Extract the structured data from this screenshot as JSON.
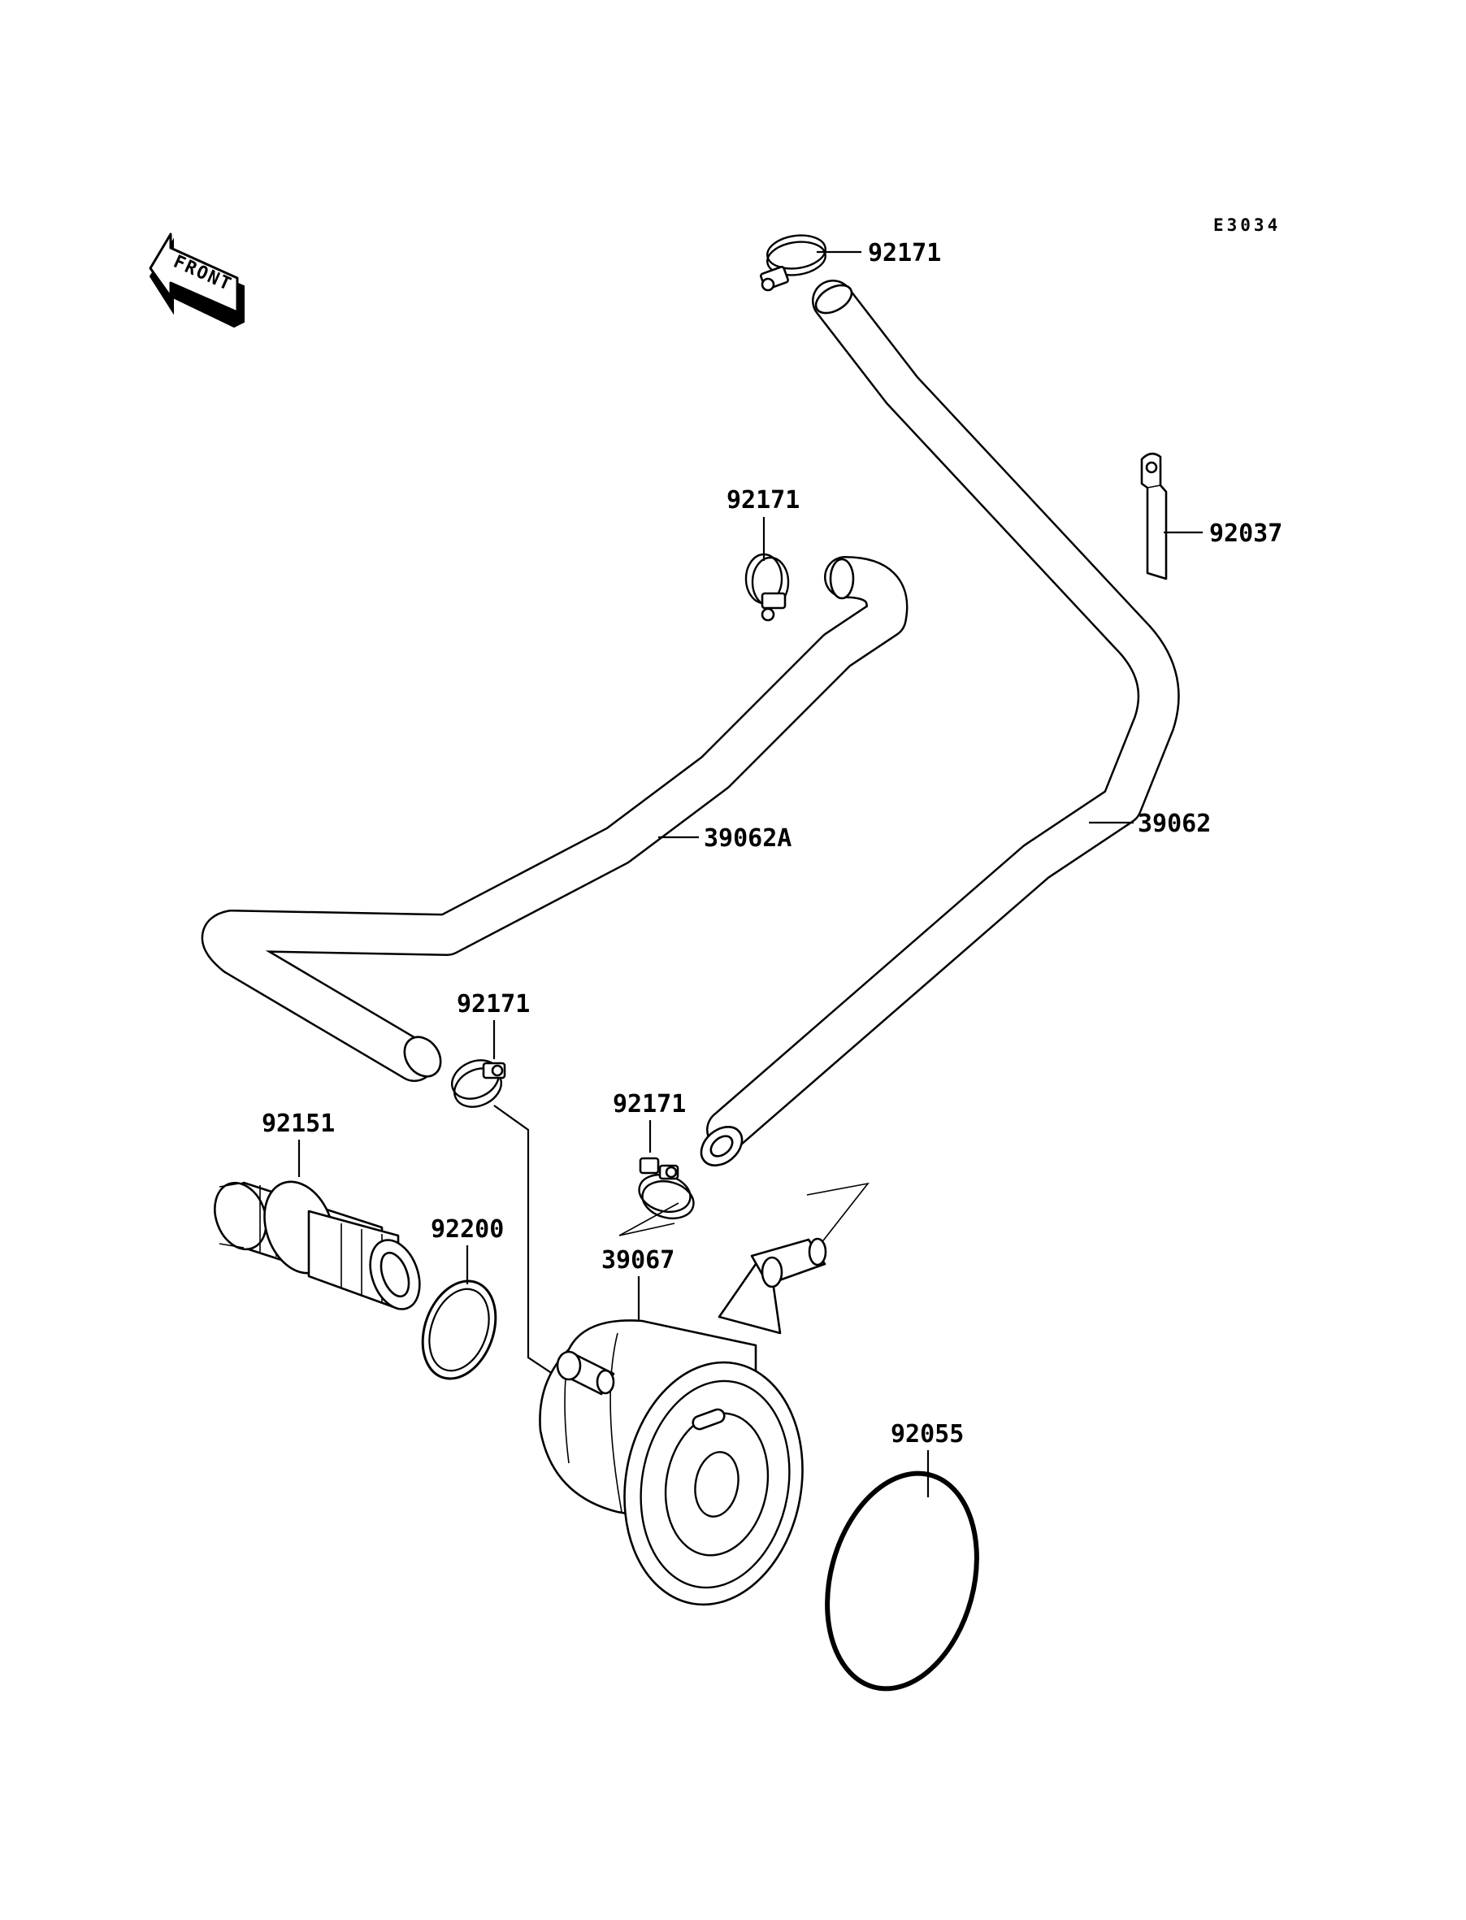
{
  "diagram_code": "E3034",
  "front_label": "FRONT",
  "callouts": {
    "clamp_top": "92171",
    "clamp_upper_mid": "92171",
    "clamp_lower_left": "92171",
    "clamp_lower_right": "92171",
    "bracket": "92037",
    "hose_left": "39062A",
    "hose_right": "39062",
    "bolt": "92151",
    "oring_small": "92200",
    "oil_cooler": "39067",
    "oring_large": "92055"
  }
}
